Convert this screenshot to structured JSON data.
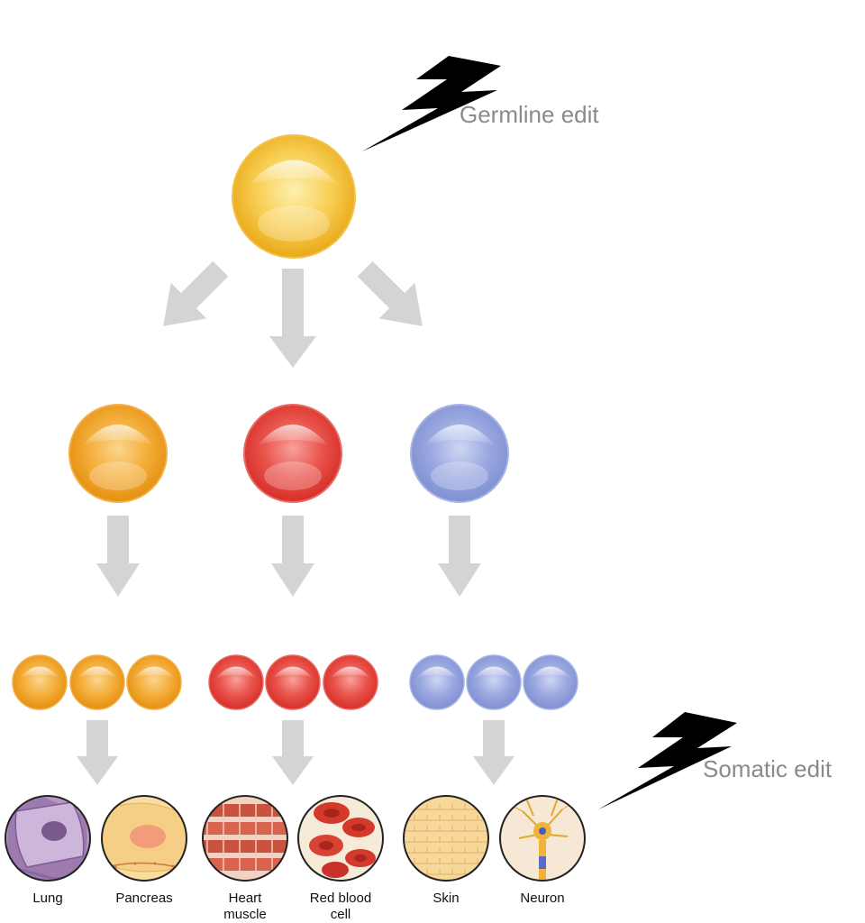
{
  "edits": {
    "germline": "Germline edit",
    "somatic": "Somatic edit"
  },
  "colors": {
    "orange": "#f2a41f",
    "red": "#e03c35",
    "blue": "#8b9bd8",
    "yellow": "#f5c63c",
    "arrow": "#d4d4d4",
    "bolt": "#000000"
  },
  "lineages": [
    "orange",
    "red",
    "blue"
  ],
  "tissues": [
    {
      "name": "lung",
      "line1": "Lung",
      "line2": ""
    },
    {
      "name": "pancreas",
      "line1": "Pancreas",
      "line2": ""
    },
    {
      "name": "heart-muscle",
      "line1": "Heart",
      "line2": "muscle"
    },
    {
      "name": "red-blood-cell",
      "line1": "Red blood",
      "line2": "cell"
    },
    {
      "name": "skin",
      "line1": "Skin",
      "line2": ""
    },
    {
      "name": "neuron",
      "line1": "Neuron",
      "line2": ""
    }
  ]
}
